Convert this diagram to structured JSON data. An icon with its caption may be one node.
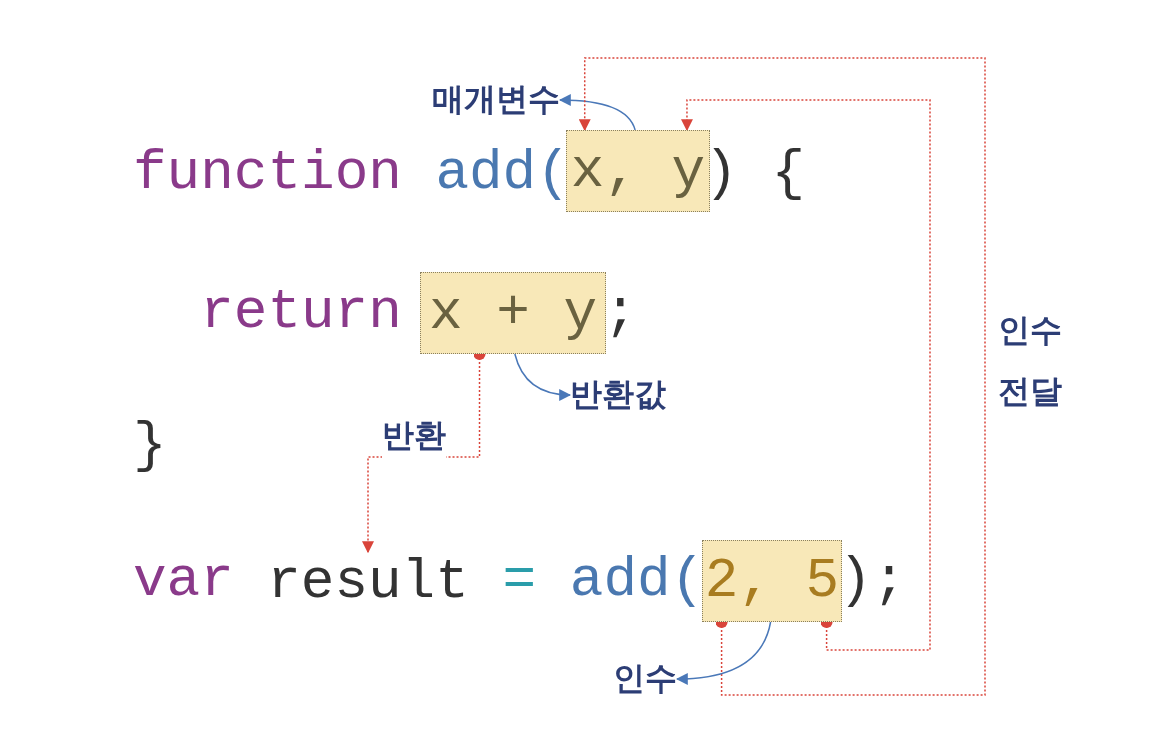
{
  "diagram": {
    "nodes": [
      {
        "text": [
          "x, y"
        ]
      },
      {
        "text": [
          "매개변수"
        ]
      },
      {
        "text": [
          "x + y"
        ]
      },
      {
        "text": [
          "반환값"
        ]
      },
      {
        "text": [
          "result"
        ]
      },
      {
        "text": [
          "2, 5"
        ]
      },
      {
        "text": [
          "인수"
        ]
      }
    ],
    "edges": [
      {
        "from": 0,
        "to": 1,
        "arrow": "to",
        "color": "#4a78b8"
      },
      {
        "from": 2,
        "to": 3,
        "arrow": "to",
        "color": "#4a78b8"
      },
      {
        "from": 2,
        "to": 4,
        "arrow": "to",
        "label": "반환",
        "style": "dashed",
        "color": "#d9443a"
      },
      {
        "from": 5,
        "to": 0,
        "arrow": "to",
        "label": "인수 전달",
        "style": "dashed",
        "color": "#d9443a"
      },
      {
        "from": 5,
        "to": 0,
        "arrow": "to",
        "style": "dashed",
        "color": "#d9443a"
      },
      {
        "from": 5,
        "to": 6,
        "arrow": "to",
        "color": "#4a78b8"
      }
    ],
    "labels": [
      "function",
      "add(",
      ") {",
      "return",
      ";",
      "}",
      "var",
      "=",
      "add(",
      ");"
    ]
  }
}
